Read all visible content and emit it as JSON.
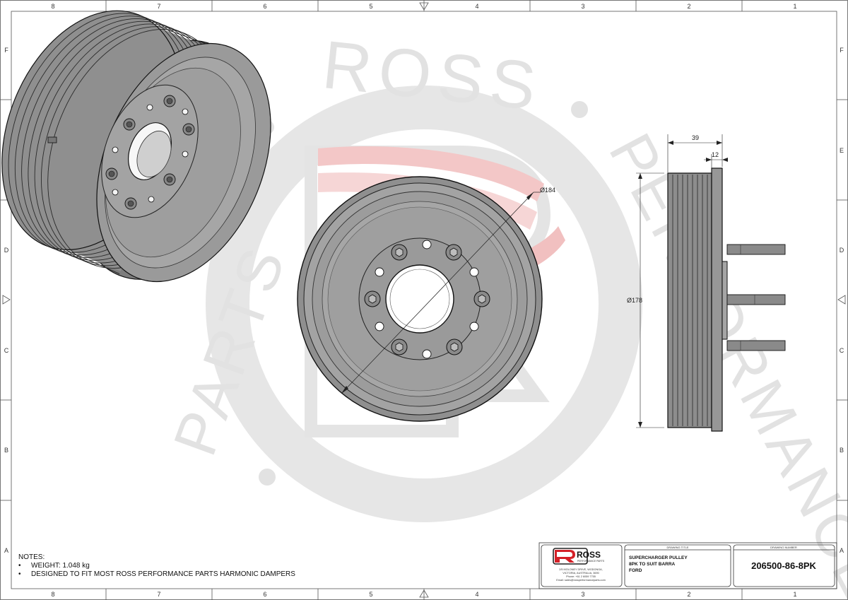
{
  "watermark": {
    "text_top": "ROSS",
    "text_right": "PERFORMANCE",
    "text_left": "PARTS"
  },
  "frame": {
    "columns": [
      "8",
      "7",
      "6",
      "5",
      "4",
      "3",
      "2",
      "1"
    ],
    "rows": [
      "F",
      "E",
      "D",
      "C",
      "B",
      "A"
    ]
  },
  "dimensions": {
    "outer_diameter": "Ø184",
    "groove_diameter": "Ø178",
    "overall_width": "39",
    "flange_width": "12"
  },
  "notes": {
    "heading": "NOTES:",
    "items": [
      "WEIGHT: 1.048 kg",
      "DESIGNED TO FIT MOST ROSS PERFORMANCE PARTS HARMONIC DAMPERS"
    ]
  },
  "title_block": {
    "logo_text": "ROSS",
    "logo_subtext": "PERFORMANCE PARTS",
    "address_lines": [
      "2/5 MOLONEY DRIVE, WODONGA,",
      "VICTORIA, AUSTRALIA, 3690",
      "Phone: +61 2 6059 7755",
      "Email: sales@rossperformanceparts.com"
    ],
    "drawing_title_label": "DRAWING TITLE",
    "drawing_title_lines": [
      "SUPERCHARGER PULLEY",
      "8PK TO SUIT BARRA",
      "FORD"
    ],
    "drawing_number_label": "DRAWING NUMBER",
    "drawing_number": "206500-86-8PK"
  },
  "colors": {
    "watermark_grey": "#e3e3e3",
    "watermark_red": "#f2c4c4",
    "watermark_blue": "#c9dff0",
    "logo_red": "#d42027",
    "part_grey": "#8c8c8c"
  }
}
